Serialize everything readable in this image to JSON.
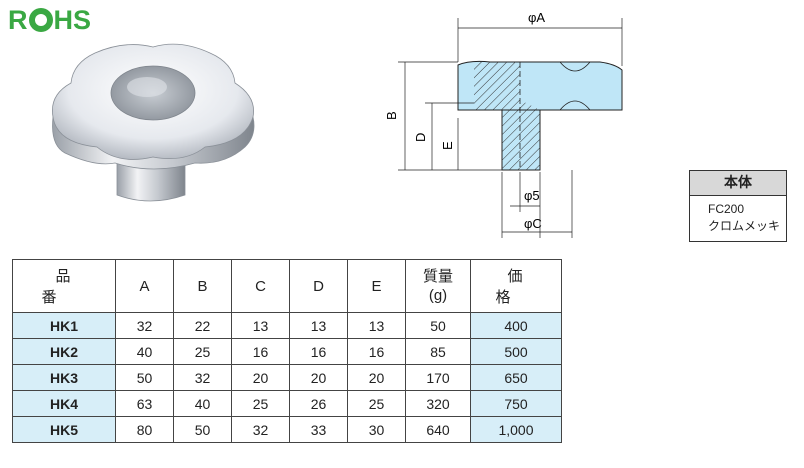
{
  "logo": {
    "text_r": "R",
    "text_hs": "HS",
    "full": "RoHS"
  },
  "drawing": {
    "phiA": "φA",
    "B": "B",
    "D": "D",
    "E": "E",
    "phi5": "φ5",
    "phiC": "φC"
  },
  "material": {
    "header": "本体",
    "line1": "FC200",
    "line2": "クロムメッキ"
  },
  "table": {
    "headers": {
      "part_no": "品番",
      "A": "A",
      "B": "B",
      "C": "C",
      "D": "D",
      "E": "E",
      "weight_line1": "質量",
      "weight_line2": "(g)",
      "price": "価格"
    },
    "rows": [
      {
        "code": "HK1",
        "A": "32",
        "B": "22",
        "C": "13",
        "D": "13",
        "E": "13",
        "weight": "50",
        "price": "400"
      },
      {
        "code": "HK2",
        "A": "40",
        "B": "25",
        "C": "16",
        "D": "16",
        "E": "16",
        "weight": "85",
        "price": "500"
      },
      {
        "code": "HK3",
        "A": "50",
        "B": "32",
        "C": "20",
        "D": "20",
        "E": "20",
        "weight": "170",
        "price": "650"
      },
      {
        "code": "HK4",
        "A": "63",
        "B": "40",
        "C": "25",
        "D": "26",
        "E": "25",
        "weight": "320",
        "price": "750"
      },
      {
        "code": "HK5",
        "A": "80",
        "B": "50",
        "C": "32",
        "D": "33",
        "E": "30",
        "weight": "640",
        "price": "1,000"
      }
    ]
  },
  "colors": {
    "rohs_green": "#3aa843",
    "highlight_blue": "#d7eef8",
    "drawing_fill": "#bfe6f7"
  }
}
